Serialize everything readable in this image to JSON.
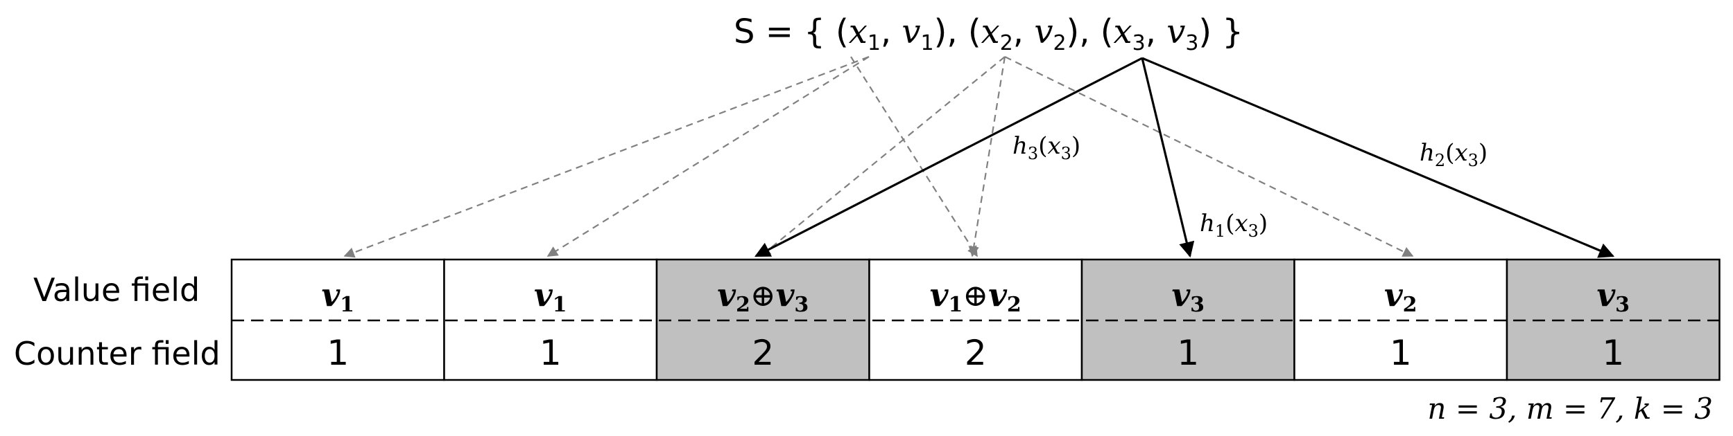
{
  "set": {
    "prefix": "S = { ",
    "pairs": [
      {
        "x": "x",
        "xs": "1",
        "v": "v",
        "vs": "1"
      },
      {
        "x": "x",
        "xs": "2",
        "v": "v",
        "vs": "2"
      },
      {
        "x": "x",
        "xs": "3",
        "v": "v",
        "vs": "3"
      }
    ],
    "suffix": " }"
  },
  "row_labels": {
    "value": "Value field",
    "counter": "Counter field"
  },
  "cells": [
    {
      "value_parts": [
        [
          "v",
          "1"
        ]
      ],
      "counter": "1",
      "shaded": false
    },
    {
      "value_parts": [
        [
          "v",
          "1"
        ]
      ],
      "counter": "1",
      "shaded": false
    },
    {
      "value_parts": [
        [
          "v",
          "2"
        ],
        [
          "v",
          "3"
        ]
      ],
      "counter": "2",
      "shaded": true
    },
    {
      "value_parts": [
        [
          "v",
          "1"
        ],
        [
          "v",
          "2"
        ]
      ],
      "counter": "2",
      "shaded": false
    },
    {
      "value_parts": [
        [
          "v",
          "3"
        ]
      ],
      "counter": "1",
      "shaded": true
    },
    {
      "value_parts": [
        [
          "v",
          "2"
        ]
      ],
      "counter": "1",
      "shaded": false
    },
    {
      "value_parts": [
        [
          "v",
          "3"
        ]
      ],
      "counter": "1",
      "shaded": true
    }
  ],
  "xor_symbol": "⊕",
  "hash_labels": [
    {
      "h": "h",
      "hs": "3",
      "x": "x",
      "xs": "3"
    },
    {
      "h": "h",
      "hs": "2",
      "x": "x",
      "xs": "3"
    },
    {
      "h": "h",
      "hs": "1",
      "x": "x",
      "xs": "3"
    }
  ],
  "params": "n = 3,  m = 7,  k = 3",
  "colors": {
    "shade": "#c0c0c0",
    "dashed_arrow": "#808080",
    "solid_arrow": "#000000"
  }
}
